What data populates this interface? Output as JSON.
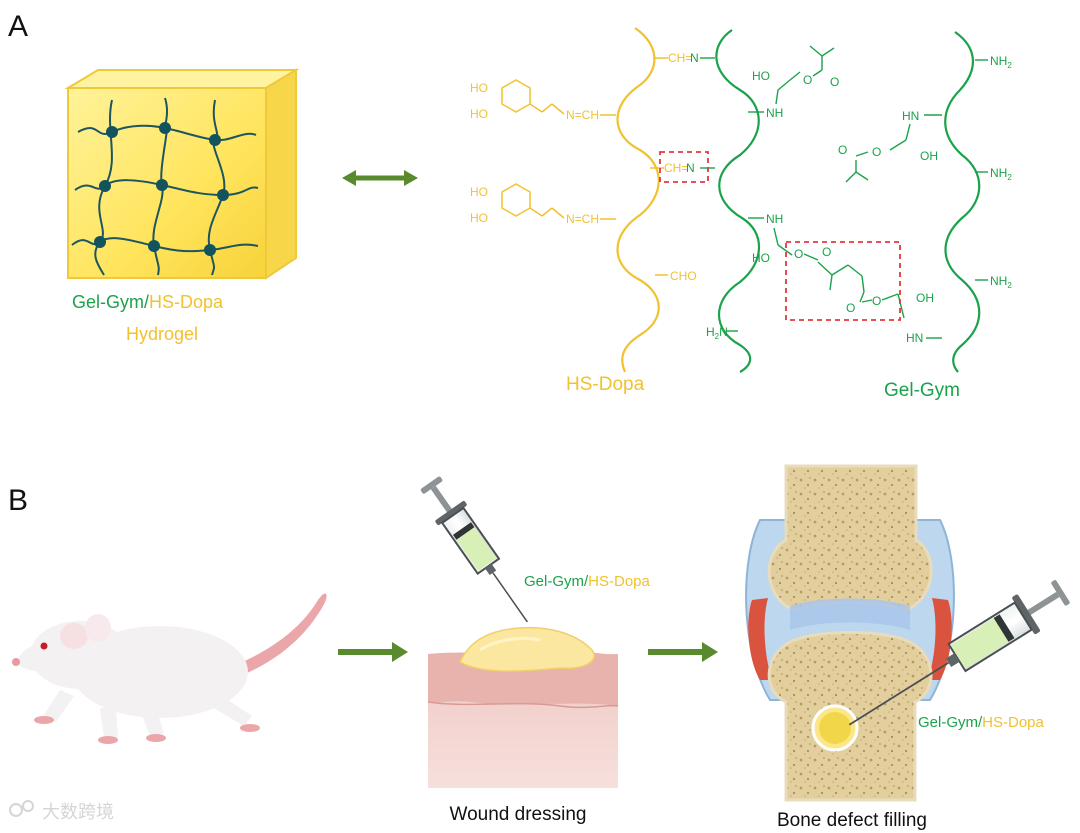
{
  "panels": {
    "a": "A",
    "b": "B"
  },
  "colors": {
    "green": "#1aa34a",
    "yellow": "#f2c12e",
    "arrow": "#5a8a2e",
    "red_box": "#e0393e",
    "node": "#1d6b78"
  },
  "panel_a": {
    "legend_green": "Gel-Gym/",
    "legend_yellow": "HS-Dopa",
    "legend_line2": "Hydrogel",
    "chain_hsdopa_label": "HS-Dopa",
    "chain_gelgym_label": "Gel-Gym",
    "groups": {
      "ho": "HO",
      "oh": "OH",
      "nh": "NH",
      "hn": "HN",
      "nh2": "NH",
      "h2n": "H",
      "sub2": "2",
      "n_eq_ch": "N=CH",
      "ch_eq": "CH=",
      "n": "N",
      "cho": "CHO",
      "o": "O"
    }
  },
  "panel_b": {
    "syringe_label_green": "Gel-Gym/",
    "syringe_label_yellow": "HS-Dopa",
    "caption_wound": "Wound dressing",
    "caption_bone": "Bone defect filling",
    "bone_label_green": "Gel-Gym/",
    "bone_label_yellow": "HS-Dopa"
  },
  "watermark": "大数跨境",
  "icons": [
    "double-arrow-icon",
    "right-arrow-icon",
    "syringe-icon",
    "mouse-icon",
    "watermark-logo-icon"
  ]
}
